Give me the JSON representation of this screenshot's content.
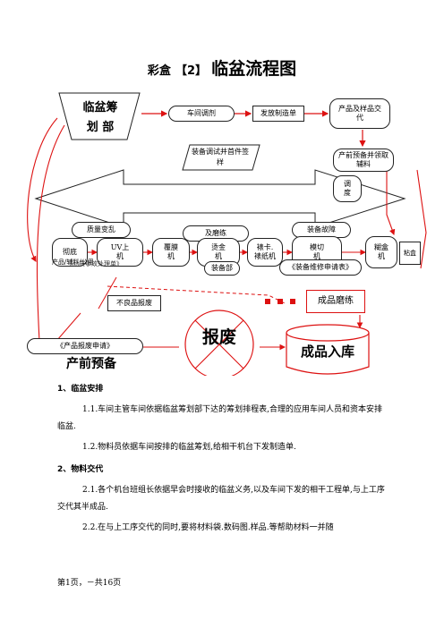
{
  "title_prefix": "彩盒",
  "title_bracket": "【2】",
  "title_main": "临盆流程图",
  "chart": {
    "plan_l1": "临盆筹",
    "plan_l2": "划 部",
    "workshop": "车间调剂",
    "issue_order": "发放制造单",
    "product_sample": "产品及样品交代",
    "equip_debug": "装备调试并首件签样",
    "preprod": "产前预备并领取辅料",
    "adjust_l1": "调",
    "adjust_l2": "度",
    "quality": "质量变乱",
    "wear": "及磨练",
    "equip_fault": "装备故障",
    "proc1": "彻底",
    "proc2": "UV上",
    "proc3": "覆膜",
    "proc4": "烫金",
    "proc5": "裱卡.",
    "proc6": "模切",
    "proc7": "糊盒",
    "proc7b": "粘盒",
    "proc_sub1": "产品/辅料/公用",
    "proc_sub2": "机",
    "proc_sub3": "机",
    "proc_sub4": "机",
    "proc_sub5": "裱纸机",
    "proc_sub6": "机",
    "proc_sub7": "机",
    "quality_report": "《品质事故处理单》",
    "equip_dept": "装备部",
    "equip_repair": "《装备维修申请表》",
    "defect": "不良品报废",
    "finished_check": "成品磨练",
    "scrap_app": "《产品报废申请》",
    "scrap": "报废",
    "stock_in": "成品入库"
  },
  "section_title": "产前预备",
  "sections": [
    {
      "heading": "1、临盆安排",
      "paras": [
        "1.1.车间主管车间依据临盆筹划部下达的筹划排程表,合理的应用车间人员和资本安排临盆.",
        "1.2.物料员依据车间按排的临盆筹划,给相干机台下发制造单."
      ]
    },
    {
      "heading": "2、物料交代",
      "paras": [
        "2.1.各个机台班组长依据早会时接收的临盆义务,以及车间下发的相干工程单,与上工序交代其半成品.",
        "2.2.在与上工序交代的同时,要将材料袋.数码图.样品.等帮助材料一并随"
      ]
    }
  ],
  "footer": "第1页，－共16页"
}
